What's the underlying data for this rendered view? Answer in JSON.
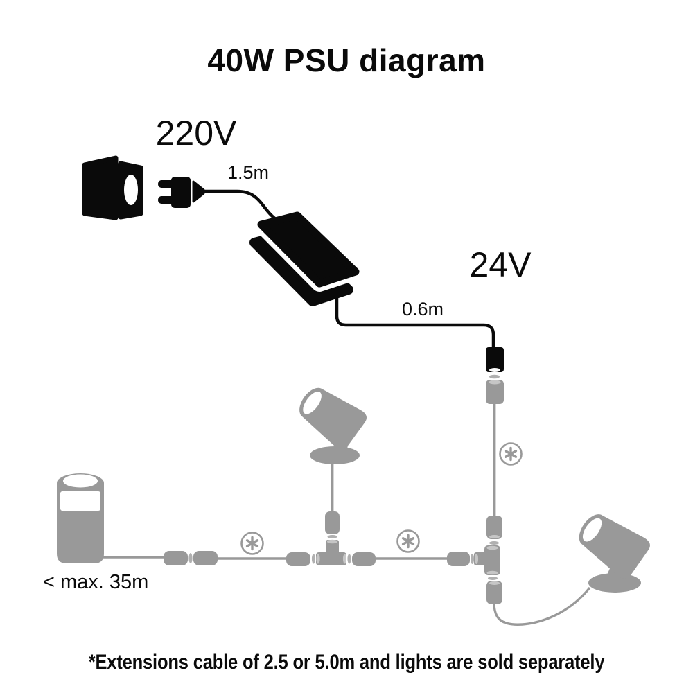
{
  "title": "40W PSU diagram",
  "diagram": {
    "mains_voltage": "220V",
    "mains_cable_length": "1.5m",
    "output_voltage": "24V",
    "output_cable_length": "0.6m",
    "max_run": "< max. 35m",
    "marker_symbol": "*",
    "asterisk_marker_count": 3,
    "parts": [
      "wall-socket",
      "power-plug",
      "psu-brick",
      "dc-connector",
      "extension-cable-marker",
      "t-connector",
      "spotlight",
      "bollard-light"
    ]
  },
  "footnote": "*Extensions cable of 2.5 or 5.0m and lights are sold separately",
  "colors": {
    "background": "#ffffff",
    "ink": "#0a0a0a",
    "device_gray": "#999999",
    "port_highlight": "#c6c6c6",
    "gap_gray": "#b0b0b0"
  }
}
